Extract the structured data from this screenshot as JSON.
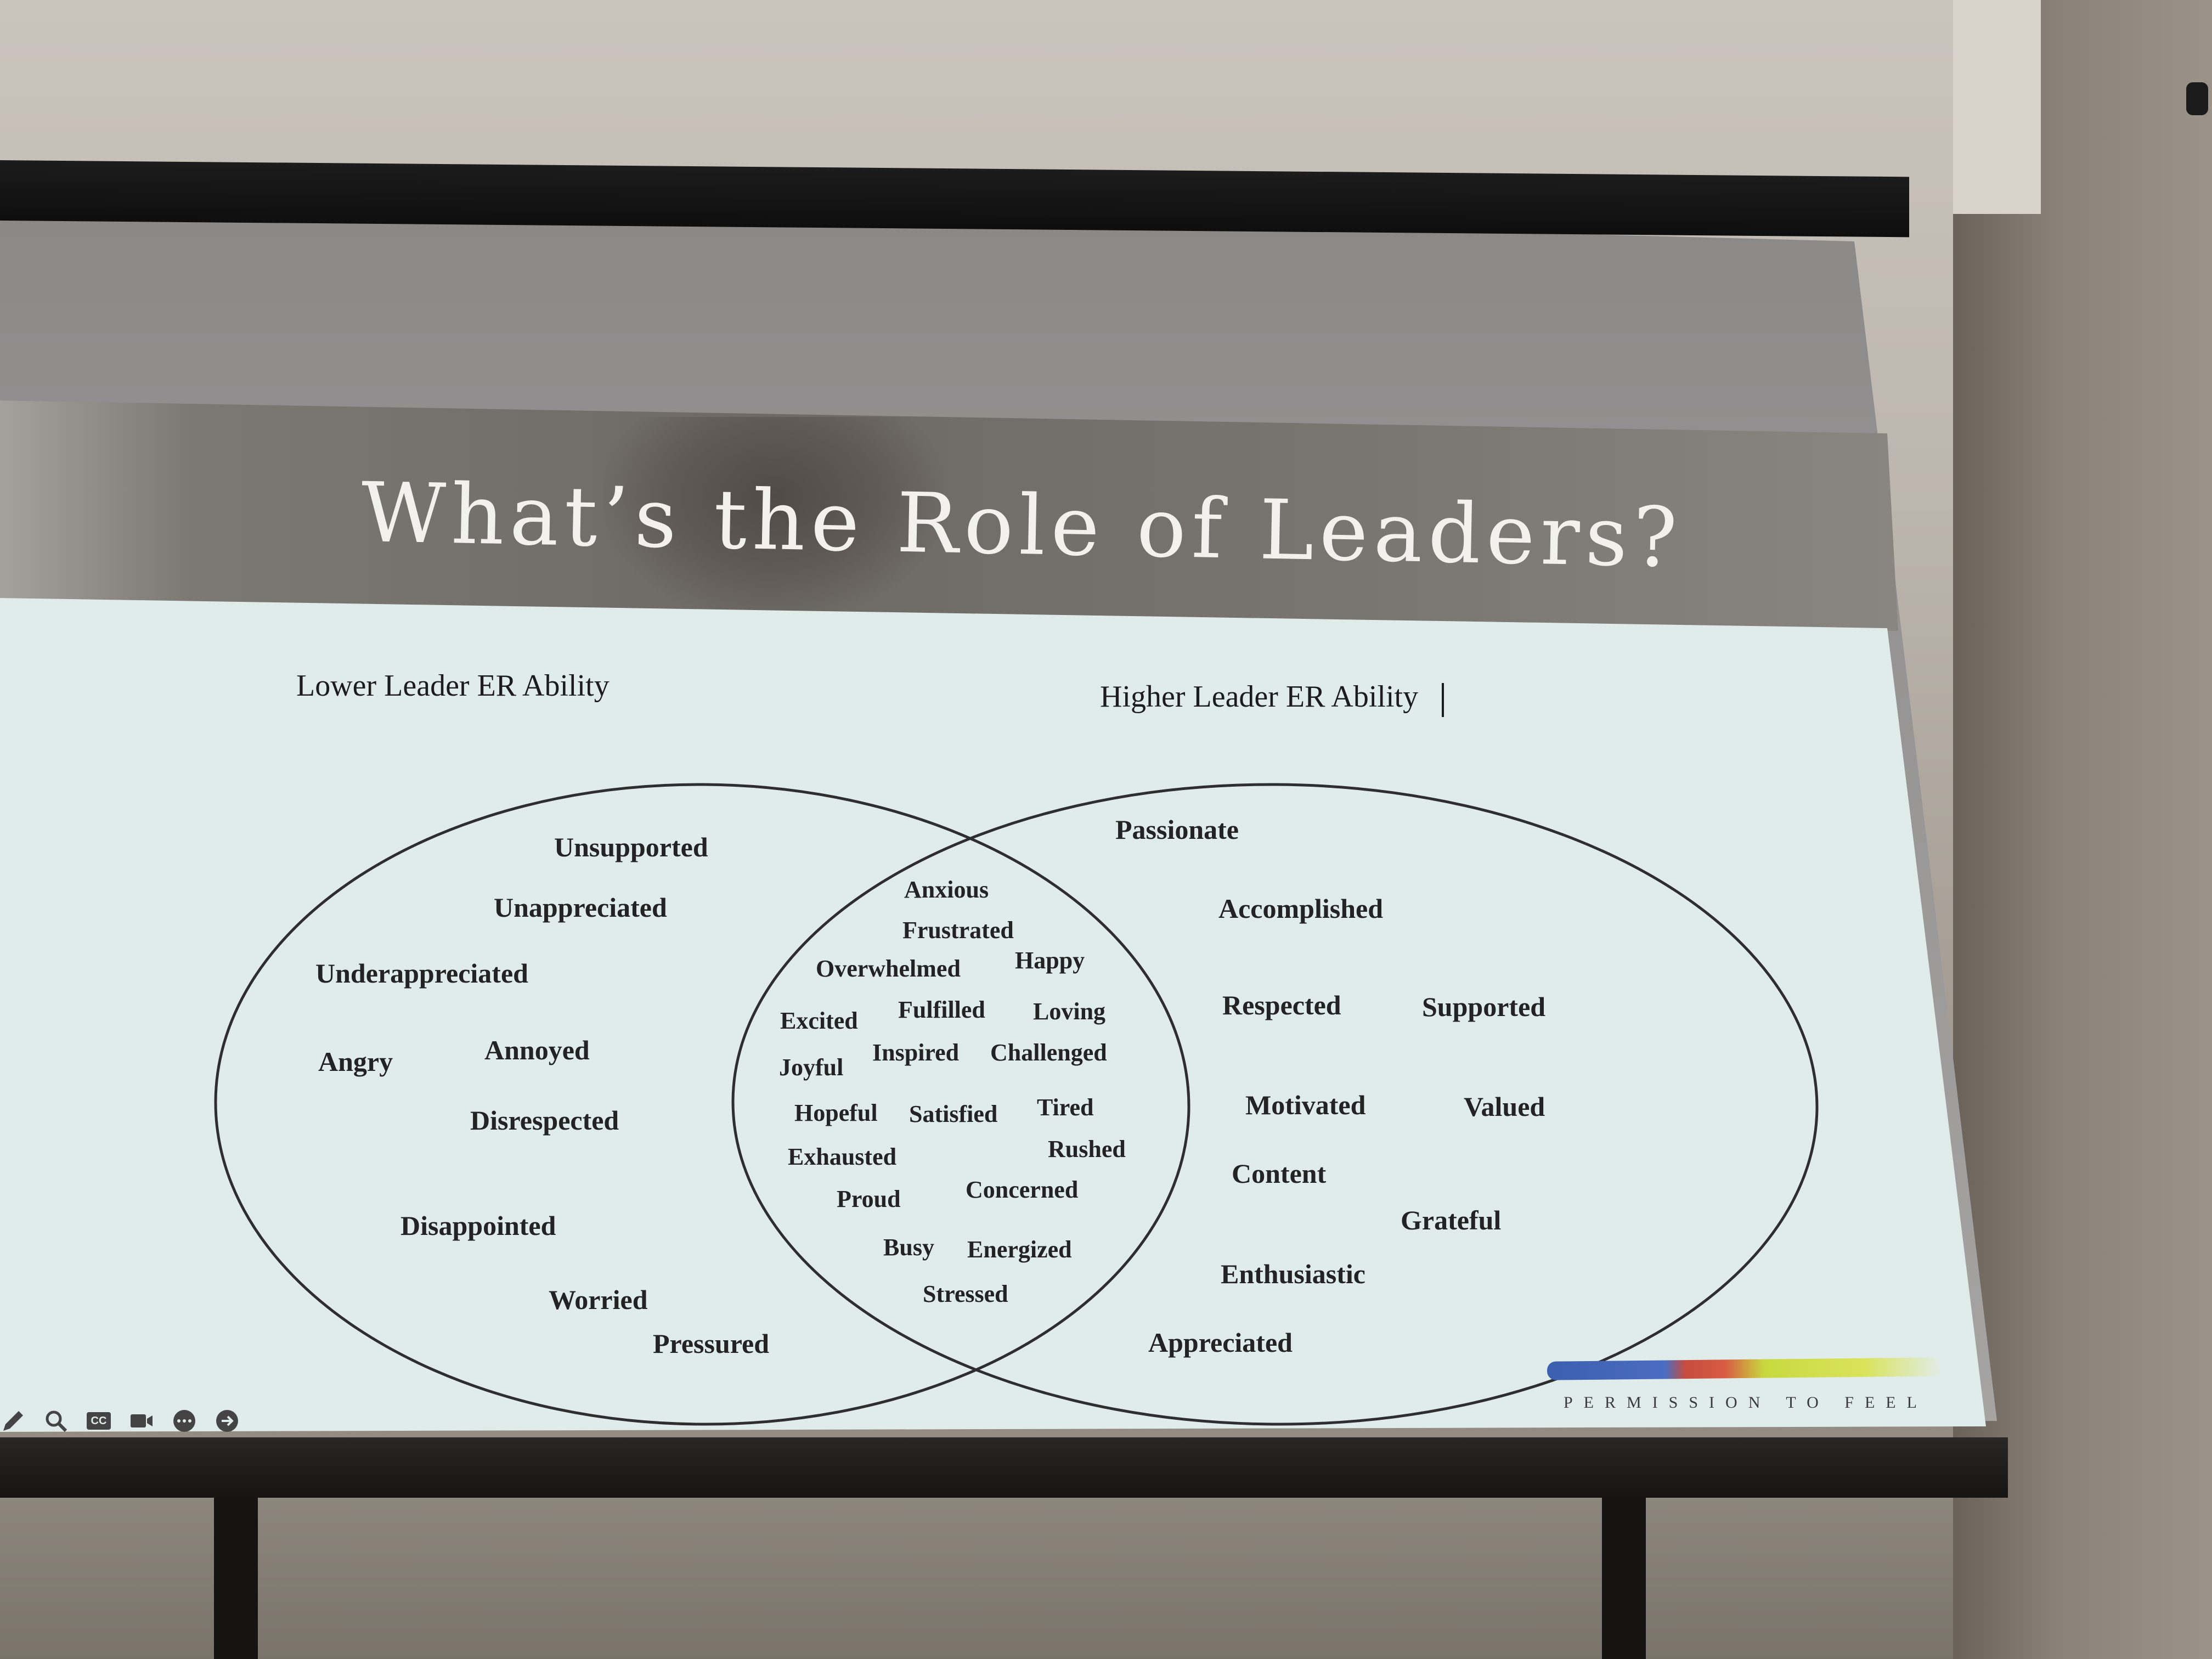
{
  "slide": {
    "title": "What’s the Role of Leaders?",
    "left_heading": "Lower Leader ER Ability",
    "right_heading": "Higher Leader ER Ability",
    "brand": "PERMISSION TO FEEL"
  },
  "venn": {
    "left_only": [
      "Unsupported",
      "Unappreciated",
      "Underappreciated",
      "Angry",
      "Annoyed",
      "Disrespected",
      "Disappointed",
      "Worried",
      "Pressured"
    ],
    "overlap": [
      "Anxious",
      "Frustrated",
      "Overwhelmed",
      "Happy",
      "Excited",
      "Fulfilled",
      "Loving",
      "Joyful",
      "Inspired",
      "Challenged",
      "Hopeful",
      "Satisfied",
      "Tired",
      "Exhausted",
      "Rushed",
      "Proud",
      "Concerned",
      "Busy",
      "Energized",
      "Stressed"
    ],
    "right_only": [
      "Passionate",
      "Accomplished",
      "Respected",
      "Supported",
      "Motivated",
      "Valued",
      "Content",
      "Grateful",
      "Enthusiastic",
      "Appreciated"
    ]
  },
  "toolbar": {
    "icons": [
      "pen-icon",
      "search-icon",
      "captions-icon",
      "camera-icon",
      "more-icon",
      "next-arrow-icon"
    ],
    "captions_label": "CC"
  }
}
